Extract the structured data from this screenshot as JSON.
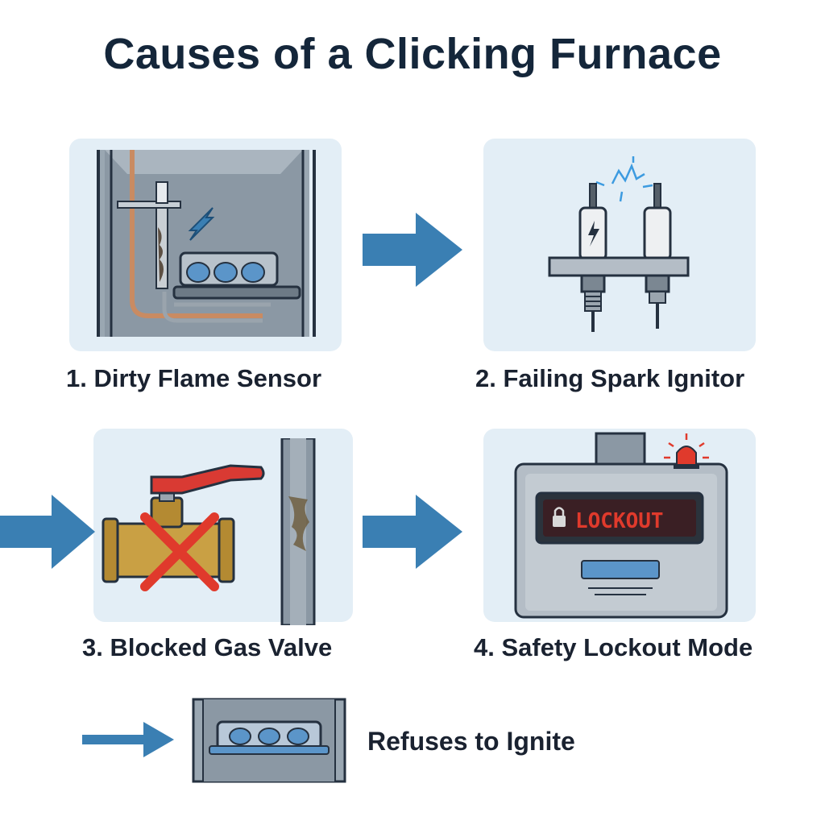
{
  "title": "Causes of a Clicking Furnace",
  "steps": [
    {
      "label": "1. Dirty Flame Sensor",
      "icon": "dirty-flame-sensor-illustration"
    },
    {
      "label": "2. Failing Spark Ignitor",
      "icon": "spark-ignitor-illustration"
    },
    {
      "label": "3. Blocked Gas Valve",
      "icon": "blocked-gas-valve-illustration"
    },
    {
      "label": "4. Safety Lockout Mode",
      "icon": "safety-lockout-illustration",
      "display_text": "LOCKOUT"
    }
  ],
  "outcome": {
    "label": "Refuses to Ignite",
    "icon": "burner-tray-illustration"
  },
  "colors": {
    "arrow": "#3a7fb3",
    "panel_bg": "#e3eef6",
    "title": "#14263a",
    "lockout_red": "#e03a2c",
    "valve_handle": "#d93a33",
    "brass": "#c9a044"
  }
}
